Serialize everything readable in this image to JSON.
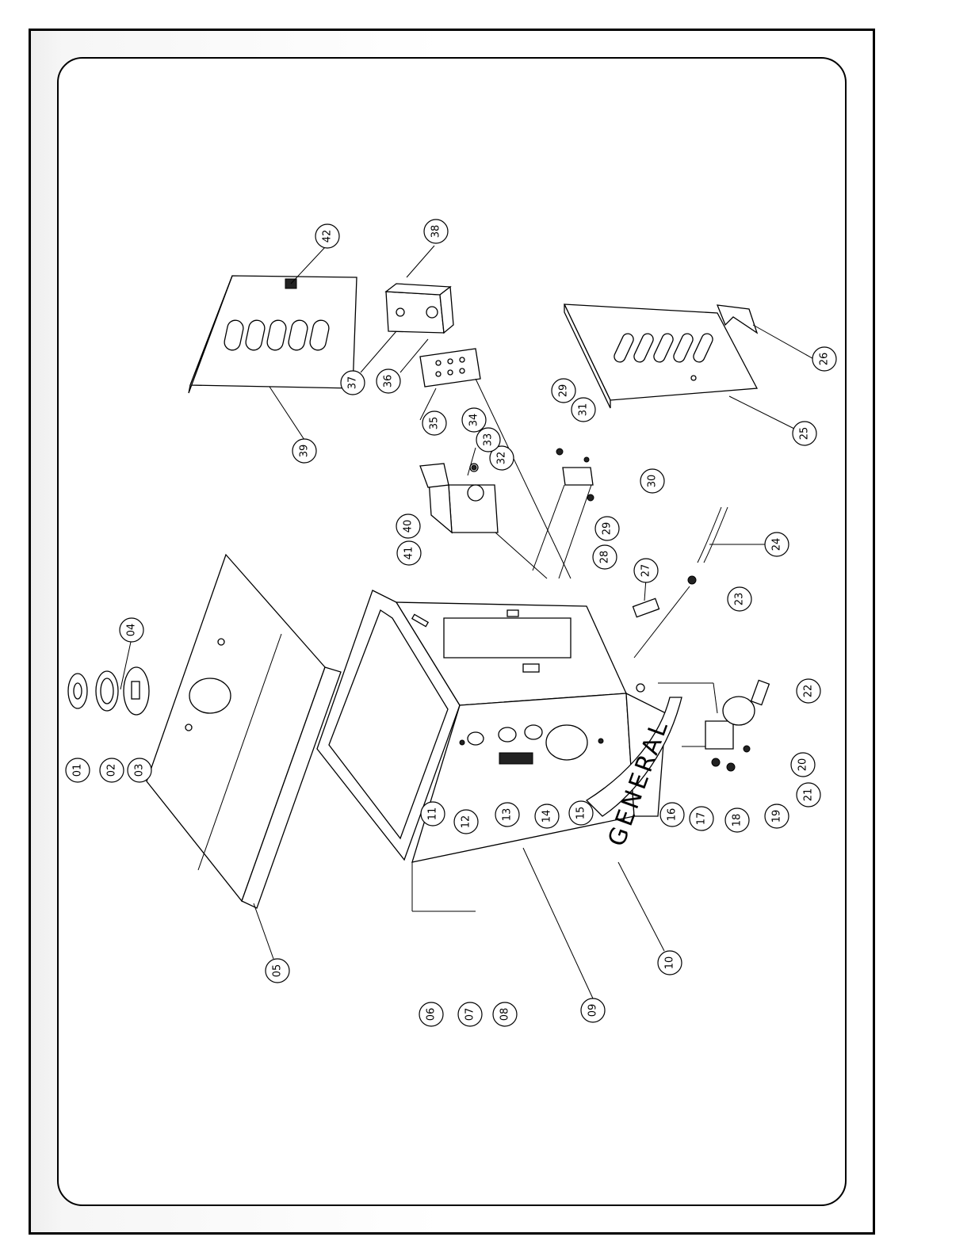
{
  "brand_label": "GENERAL",
  "callouts": [
    "01",
    "02",
    "03",
    "04",
    "05",
    "06",
    "07",
    "08",
    "09",
    "10",
    "11",
    "12",
    "13",
    "14",
    "15",
    "16",
    "17",
    "18",
    "19",
    "20",
    "21",
    "22",
    "23",
    "24",
    "25",
    "26",
    "27",
    "28",
    "29",
    "29",
    "30",
    "31",
    "32",
    "33",
    "34",
    "35",
    "36",
    "37",
    "38",
    "39",
    "40",
    "41",
    "42"
  ],
  "colors": {
    "line": "#000000",
    "paper": "#ffffff",
    "shade": "#eeeeee"
  }
}
